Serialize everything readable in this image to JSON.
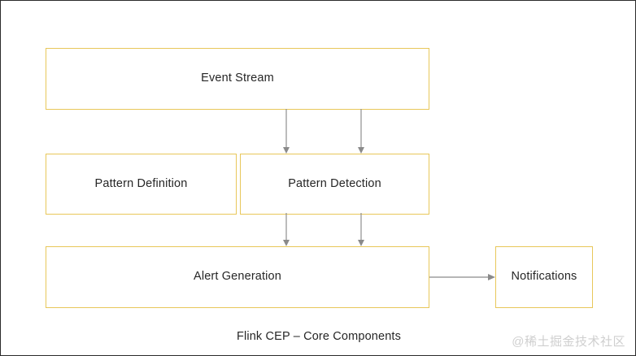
{
  "diagram": {
    "caption": "Flink CEP – Core Components",
    "watermark": "@稀土掘金技术社区",
    "colors": {
      "node_border": "#e8c75a",
      "node_fill": "#ffffff",
      "connector": "#8a8a8a",
      "label_text": "#262626",
      "page_border": "#2b2b2b",
      "watermark_text": "#cfcfcf",
      "background": "#ffffff"
    },
    "nodes": [
      {
        "id": "event-stream",
        "label": "Event Stream"
      },
      {
        "id": "pattern-definition",
        "label": "Pattern Definition"
      },
      {
        "id": "pattern-detection",
        "label": "Pattern Detection"
      },
      {
        "id": "alert-generation",
        "label": "Alert Generation"
      },
      {
        "id": "notifications",
        "label": "Notifications"
      }
    ],
    "connectors": [
      {
        "id": "stream-to-detect-left",
        "from": "event-stream",
        "to": "pattern-detection",
        "direction": "down"
      },
      {
        "id": "stream-to-detect-right",
        "from": "event-stream",
        "to": "pattern-detection",
        "direction": "down"
      },
      {
        "id": "detect-to-alert-left",
        "from": "pattern-detection",
        "to": "alert-generation",
        "direction": "down"
      },
      {
        "id": "detect-to-alert-right",
        "from": "pattern-detection",
        "to": "alert-generation",
        "direction": "down"
      },
      {
        "id": "alert-to-notifications",
        "from": "alert-generation",
        "to": "notifications",
        "direction": "right"
      }
    ]
  }
}
